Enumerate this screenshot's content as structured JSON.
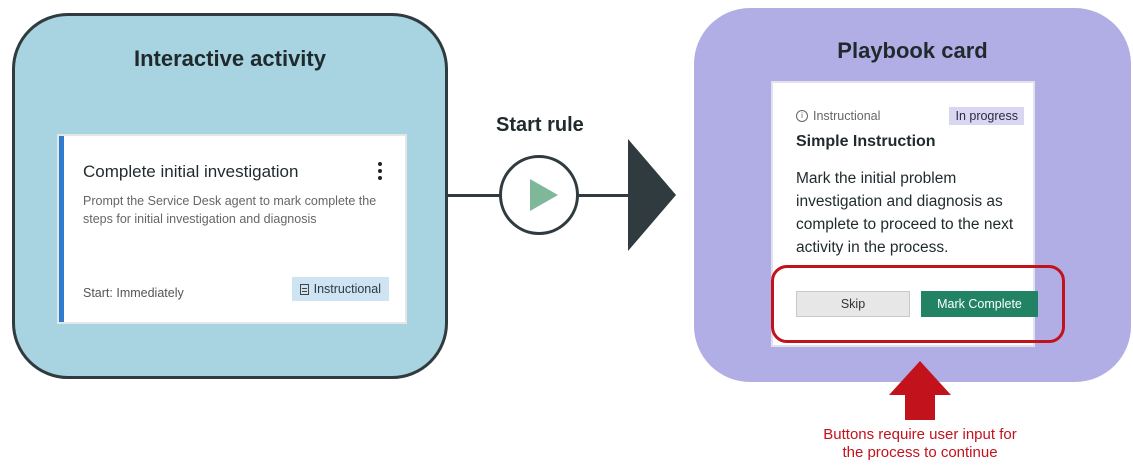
{
  "left_panel": {
    "title": "Interactive activity",
    "card": {
      "title": "Complete initial investigation",
      "description": "Prompt the Service Desk agent to mark complete the steps for initial investigation and diagnosis",
      "start_text": "Start: Immediately",
      "badge_label": "Instructional",
      "menu_icon": "kebab-menu-icon"
    }
  },
  "connector": {
    "label": "Start rule",
    "icon": "play-icon"
  },
  "right_panel": {
    "title": "Playbook card",
    "card": {
      "type_label": "Instructional",
      "status": "In progress",
      "title": "Simple Instruction",
      "body": "Mark the initial problem investigation and diagnosis as complete to proceed to the next activity in the process.",
      "skip_label": "Skip",
      "complete_label": "Mark Complete"
    }
  },
  "annotation": {
    "line1": "Buttons require user input for",
    "line2": "the process to continue"
  },
  "colors": {
    "left_panel": "#a8d3e0",
    "right_panel": "#b1aee6",
    "accent_blue": "#2e7bcf",
    "complete_green": "#228364",
    "highlight_red": "#c2121c"
  }
}
